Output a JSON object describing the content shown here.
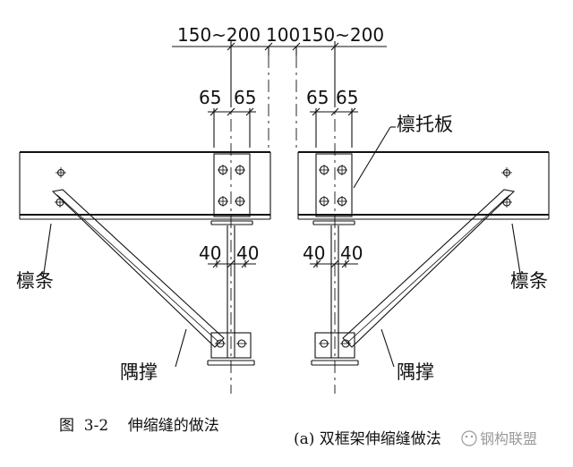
{
  "dimensions": {
    "top_left": "150~200",
    "top_mid": "100",
    "top_right": "150~200",
    "bolt_spacing": [
      "65",
      "65",
      "65",
      "65"
    ],
    "plate_spacing": [
      "40",
      "40",
      "40",
      "40"
    ]
  },
  "labels": {
    "purlin_bracket": "檩托板",
    "purlin_left": "檩条",
    "purlin_right": "檩条",
    "brace_left": "隅撑",
    "brace_right": "隅撑"
  },
  "caption": {
    "figure": "图  3-2    伸缩缝的做法",
    "subfigure": "(a) 双框架伸缩缝做法"
  },
  "watermark": {
    "text": "钢构联盟",
    "icon": "wechat-icon",
    "color": "#9a9a9a"
  }
}
